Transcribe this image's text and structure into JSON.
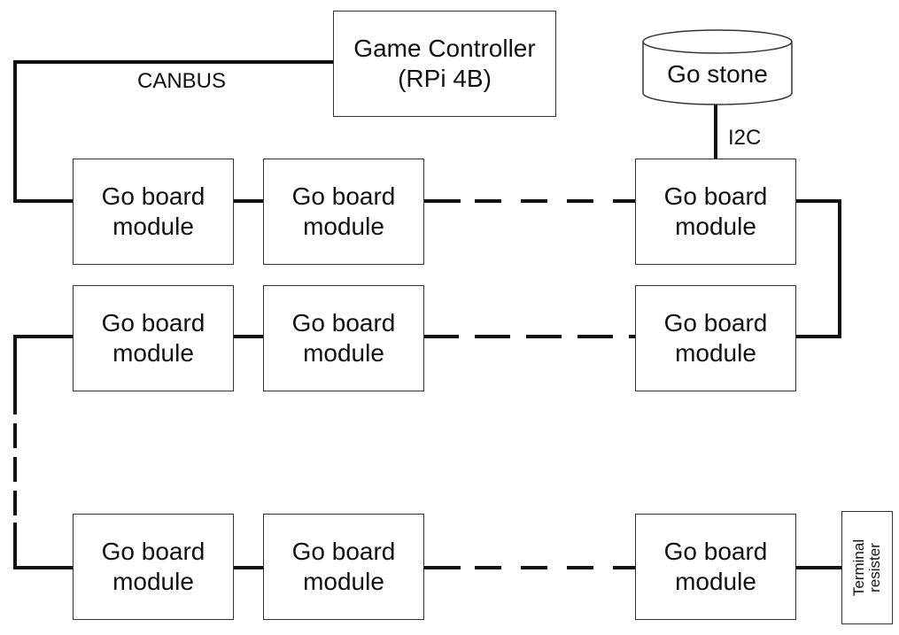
{
  "controller": {
    "line1": "Game Controller",
    "line2": "(RPi 4B)"
  },
  "bus_label": "CANBUS",
  "stone": {
    "label": "Go stone"
  },
  "i2c_label": "I2C",
  "module": {
    "line1": "Go board",
    "line2": "module"
  },
  "terminal": {
    "line1": "Terminal",
    "line2": "resister"
  }
}
